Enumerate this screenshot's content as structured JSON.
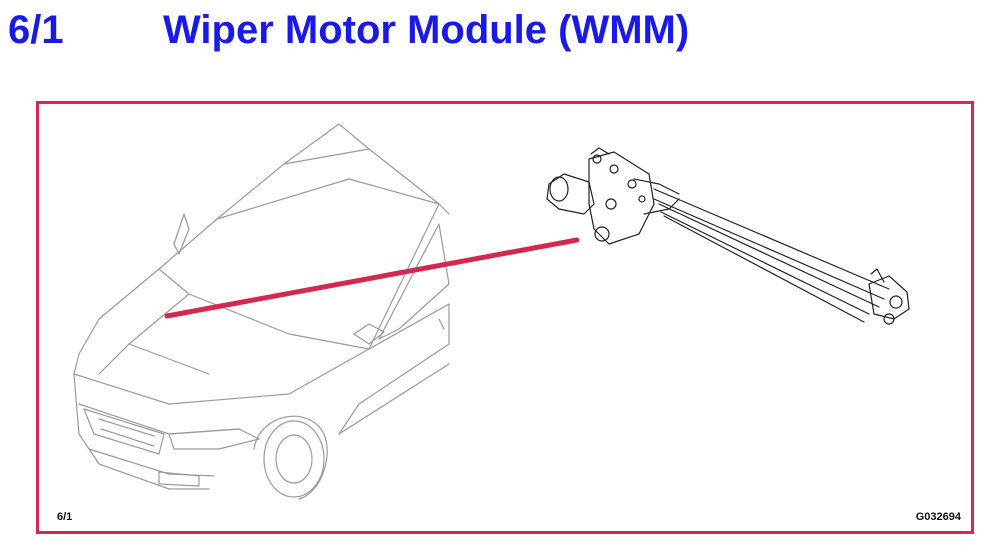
{
  "header": {
    "page_number": "6/1",
    "title": "Wiper Motor Module (WMM)"
  },
  "figure": {
    "ref_label": "6/1",
    "code": "G032694",
    "leader_color": "#d22a4f",
    "line_color": "#9a9a9a",
    "title_color": "#1a1ae6"
  }
}
